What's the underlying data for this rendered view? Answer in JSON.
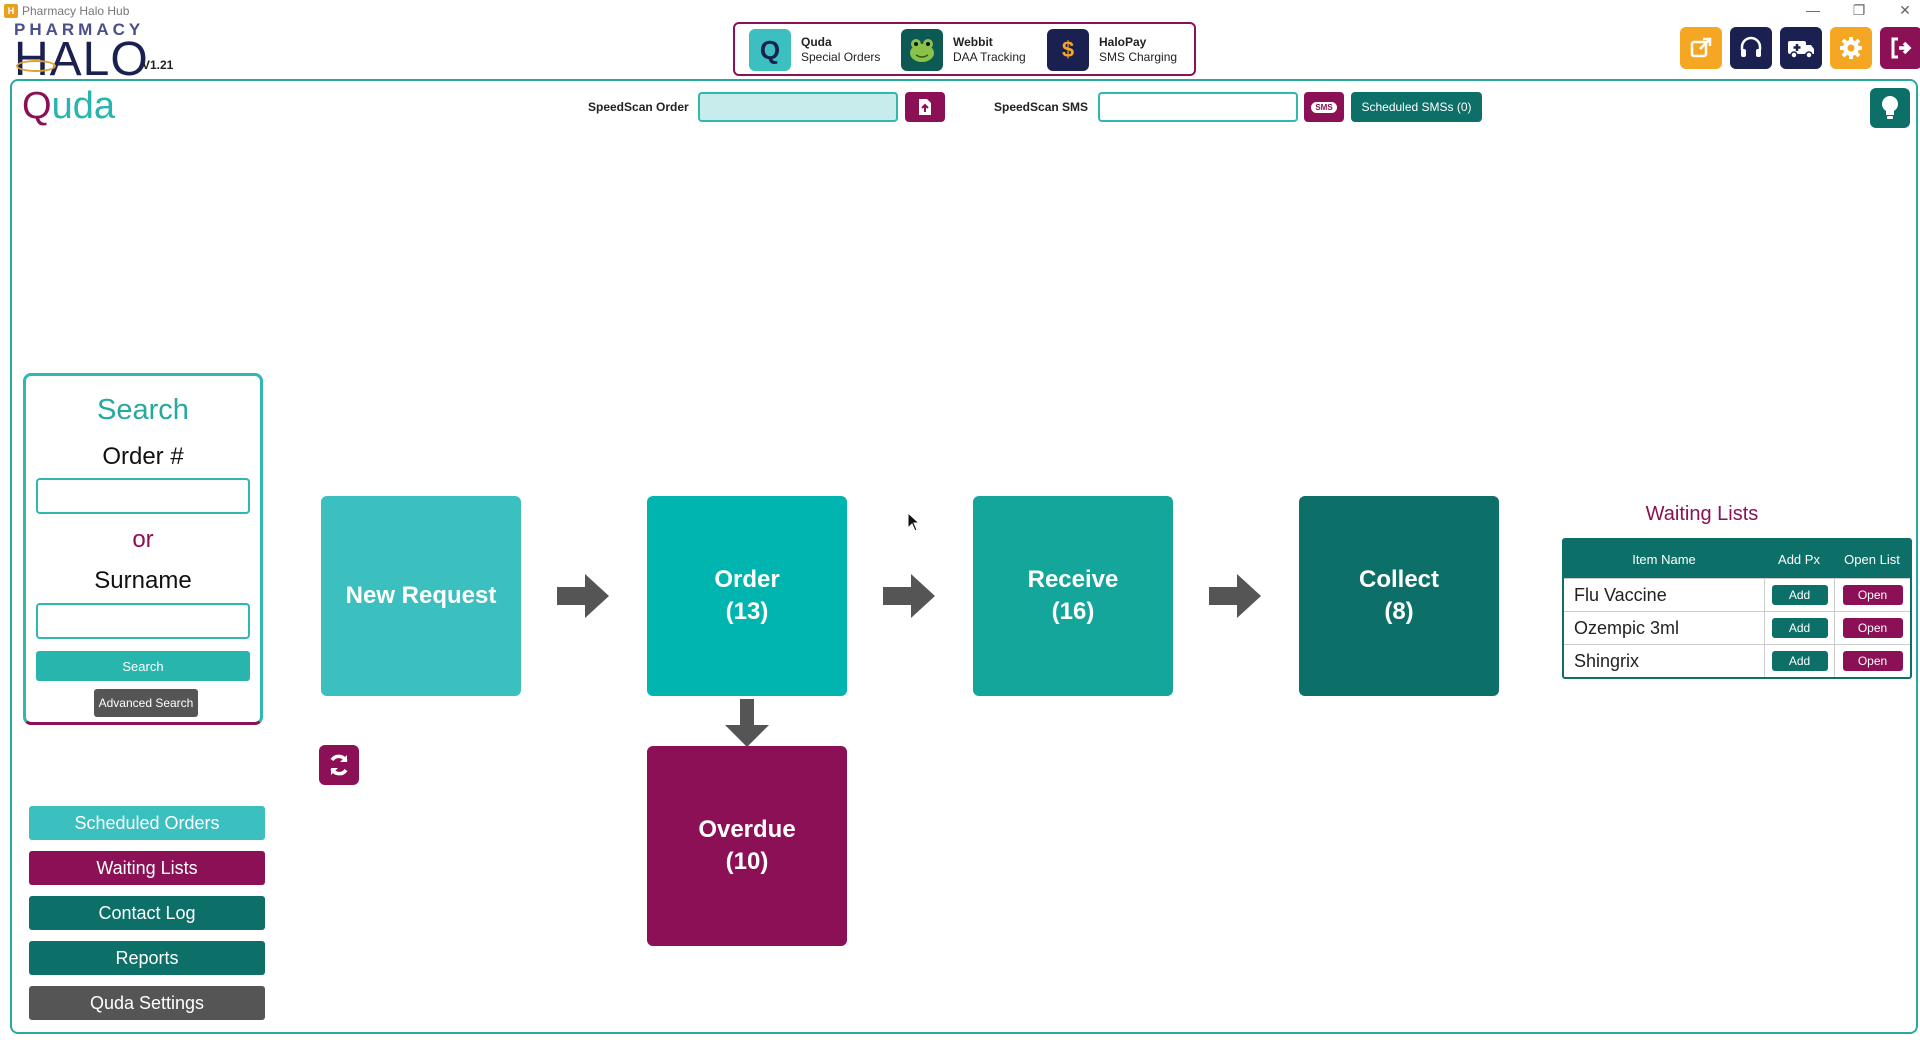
{
  "window": {
    "title": "Pharmacy Halo Hub",
    "minimize": "—",
    "restore": "❐",
    "close": "✕"
  },
  "logo": {
    "top": "PHARMACY",
    "main": "HALO",
    "version": "V1.21"
  },
  "products": [
    {
      "name": "Quda",
      "subtitle": "Special Orders",
      "icon": "Q"
    },
    {
      "name": "Webbit",
      "subtitle": "DAA Tracking",
      "icon": "frog"
    },
    {
      "name": "HaloPay",
      "subtitle": "SMS Charging",
      "icon": "$"
    }
  ],
  "toolbar": {
    "icons": [
      "external-link-icon",
      "headset-icon",
      "ambulance-icon",
      "gear-icon",
      "logout-icon"
    ]
  },
  "quda_logo": {
    "q": "Q",
    "rest": "uda"
  },
  "speedscan": {
    "order_label": "SpeedScan Order",
    "sms_label": "SpeedScan SMS",
    "sms_button": "SMS",
    "scheduled_sms": "Scheduled SMSs (0)"
  },
  "search": {
    "title": "Search",
    "order_label": "Order #",
    "or": "or",
    "surname_label": "Surname",
    "search_button": "Search",
    "advanced_button": "Advanced Search"
  },
  "nav": {
    "scheduled_orders": "Scheduled Orders",
    "waiting_lists": "Waiting Lists",
    "contact_log": "Contact Log",
    "reports": "Reports",
    "settings": "Quda Settings"
  },
  "workflow": {
    "new_request": "New Request",
    "order": "Order",
    "order_count": "(13)",
    "receive": "Receive",
    "receive_count": "(16)",
    "collect": "Collect",
    "collect_count": "(8)",
    "overdue": "Overdue",
    "overdue_count": "(10)"
  },
  "waiting_lists": {
    "title": "Waiting Lists",
    "headers": [
      "Item Name",
      "Add Px",
      "Open List"
    ],
    "rows": [
      {
        "name": "Flu Vaccine",
        "add": "Add",
        "open": "Open"
      },
      {
        "name": "Ozempic 3ml",
        "add": "Add",
        "open": "Open"
      },
      {
        "name": "Shingrix",
        "add": "Add",
        "open": "Open"
      }
    ]
  },
  "colors": {
    "teal_light": "#3bbfbf",
    "teal": "#00b5b0",
    "teal_mid": "#14a69a",
    "teal_dark": "#0d7068",
    "magenta": "#8b1055",
    "orange": "#f5a623",
    "navy": "#1a2050"
  }
}
